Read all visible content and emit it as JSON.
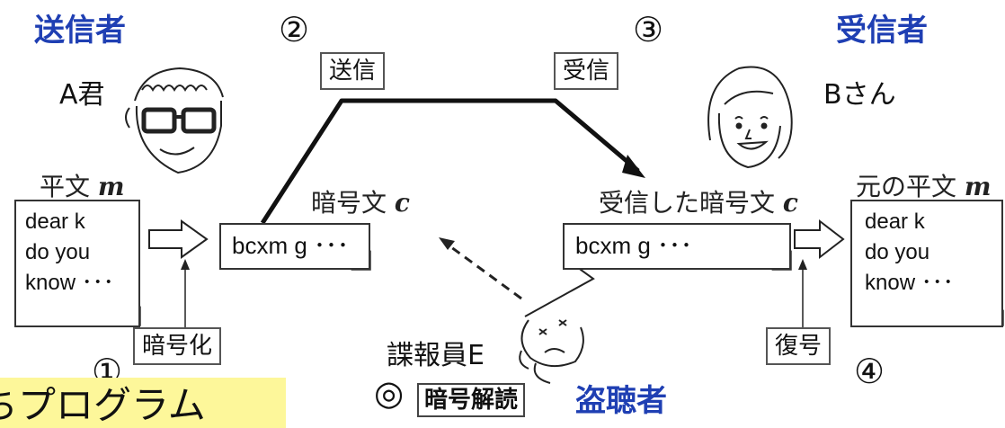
{
  "roles": {
    "sender": "送信者",
    "receiver": "受信者",
    "eavesdropper": "盗聴者"
  },
  "people": {
    "a": "A君",
    "b": "Bさん",
    "e": "諜報員E"
  },
  "steps": {
    "one": "①",
    "two": "②",
    "three": "③",
    "four": "④",
    "special": "◎"
  },
  "labels": {
    "send": "送信",
    "receive": "受信",
    "encrypt": "暗号化",
    "decrypt": "復号",
    "cryptanalysis": "暗号解読"
  },
  "documents": {
    "plaintext": {
      "caption": "平文",
      "var": "m",
      "lines": [
        "dear k",
        "do you",
        "know ･･･"
      ]
    },
    "ciphertext": {
      "caption": "暗号文",
      "var": "c",
      "content": "bcxm g ･･･"
    },
    "received": {
      "caption": "受信した暗号文",
      "var": "c",
      "content": "bcxm g ･･･"
    },
    "recovered": {
      "caption": "元の平文",
      "var": "m",
      "lines": [
        "dear k",
        "do you",
        "know ･･･"
      ]
    }
  },
  "banner": {
    "text": "ちプログラム"
  }
}
